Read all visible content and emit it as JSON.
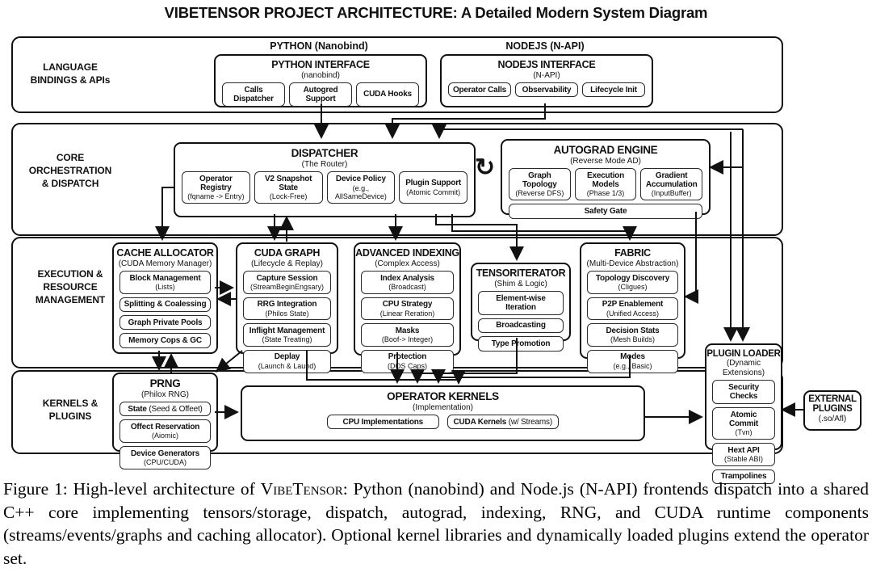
{
  "title": "VIBETENSOR PROJECT ARCHITECTURE: A Detailed Modern System Diagram",
  "icons": {
    "loop": "↻"
  },
  "bands": {
    "language": {
      "label": "LANGUAGE\nBINDINGS & APIs"
    },
    "core": {
      "label": "CORE\nORCHESTRATION\n& DISPATCH"
    },
    "execution": {
      "label": "EXECUTION &\nRESOURCE\nMANAGEMENT"
    },
    "kernels": {
      "label": "KERNELS &\nPLUGINS"
    }
  },
  "groups": {
    "python": {
      "header": "PYTHON (Nanobind)"
    },
    "nodejs": {
      "header": "NODEJS (N-API)"
    }
  },
  "boxes": {
    "python_interface": {
      "title": "PYTHON INTERFACE",
      "sub": "(nanobind)",
      "chips": [
        {
          "t": "Calls Dispatcher"
        },
        {
          "t": "Autogred Support"
        },
        {
          "t": "CUDA Hooks"
        }
      ]
    },
    "nodejs_interface": {
      "title": "NODEJS INTERFACE",
      "sub": "(N-API)",
      "chips": [
        {
          "t": "Operator Calls"
        },
        {
          "t": "Observability"
        },
        {
          "t": "Lifecycle Init"
        }
      ]
    },
    "dispatcher": {
      "title": "DISPATCHER",
      "sub": "(The Router)",
      "chips": [
        {
          "t": "Operator Registry",
          "s": "(fqname -> Entry)"
        },
        {
          "t": "V2 Snapshot State",
          "s": "(Lock-Free)"
        },
        {
          "t": "Device Policy",
          "s": "(e.g., AllSameDevice)"
        },
        {
          "t": "Plugin Support",
          "s": "(Atomic Commit)"
        }
      ]
    },
    "autograd": {
      "title": "AUTOGRAD ENGINE",
      "sub": "(Reverse Mode AD)",
      "chips": [
        {
          "t": "Graph Topology",
          "s": "(Reverse DFS)"
        },
        {
          "t": "Execution Models",
          "s": "(Phase 1/3)"
        },
        {
          "t": "Gradient Accumulation",
          "s": "(InputBuffer)"
        },
        {
          "t": "Safety Gate",
          "wide": true
        }
      ]
    },
    "cache_allocator": {
      "title": "CACHE ALLOCATOR",
      "sub": "(CUDA Memory Manager)",
      "chips": [
        {
          "t": "Block Management",
          "s": "(Lists)"
        },
        {
          "t": "Splitting & Coalessing"
        },
        {
          "t": "Graph Private Pools"
        },
        {
          "t": "Memory Cops & GC"
        }
      ]
    },
    "cuda_graph": {
      "title": "CUDA GRAPH",
      "sub": "(Lifecycle & Replay)",
      "chips": [
        {
          "t": "Capture Session",
          "s": "(StreamBeginEngsary)"
        },
        {
          "t": "RRG Integration",
          "s": "(Philos State)"
        },
        {
          "t": "Inflight Management",
          "s": "(State Treating)"
        },
        {
          "t": "Deplay",
          "s": "(Launch & Laund)"
        }
      ]
    },
    "advanced_indexing": {
      "title": "ADVANCED INDEXING",
      "sub": "(Complex Access)",
      "chips": [
        {
          "t": "Index Analysis",
          "s": "(Broadcast)"
        },
        {
          "t": "CPU Strategy",
          "s": "(Linear Reration)"
        },
        {
          "t": "Masks",
          "s": "(Boof-> Integer)"
        },
        {
          "t": "Protection",
          "s": "(DOS Caps)"
        }
      ]
    },
    "tensoriterator": {
      "title": "TENSORITERATOR",
      "sub": "(Shim & Logic)",
      "chips": [
        {
          "t": "Element-wise Iteration"
        },
        {
          "t": "Broadcasting"
        },
        {
          "t": "Type Promotion"
        }
      ]
    },
    "fabric": {
      "title": "FABRIC",
      "sub": "(Multi-Device Abstraction)",
      "chips": [
        {
          "t": "Topology Discovery",
          "s": "(Cligues)"
        },
        {
          "t": "P2P Enablement",
          "s": "(Unified Access)"
        },
        {
          "t": "Decision Stats",
          "s": "(Mesh Builds)"
        },
        {
          "t": "Modes",
          "s": "(e.g., Basic)"
        }
      ]
    },
    "prng": {
      "title": "PRNG",
      "sub": "(Philox RNG)",
      "chips": [
        {
          "t": "State",
          "s": "(Seed & Offeet)",
          "inline": true
        },
        {
          "t": "Offect Reservation",
          "s": "(Aiomic)"
        },
        {
          "t": "Device Generators",
          "s": "(CPU/CUDA)"
        }
      ]
    },
    "operator_kernels": {
      "title": "OPERATOR KERNELS",
      "sub": "(Implementation)",
      "chips": [
        {
          "t": "CPU Implementations"
        },
        {
          "t": "CUDA Kernels",
          "s": "(w/ Streams)",
          "inline": true
        }
      ]
    },
    "plugin_loader": {
      "title": "PLUGIN LOADER",
      "sub": "(Dynamic Extensions)",
      "chips": [
        {
          "t": "Security Checks"
        },
        {
          "t": "Atomic Commit",
          "s": "(Tvn)"
        },
        {
          "t": "Hext API",
          "s": "(Stable ABI)"
        },
        {
          "t": "Trampolines"
        }
      ]
    },
    "external_plugins": {
      "title": "EXTERNAL\nPLUGINS",
      "sub": "(.so/Afl)"
    }
  },
  "caption": {
    "prefix": "Figure 1: High-level architecture of ",
    "brand": "VibeTensor",
    "rest": ": Python (nanobind) and Node.js (N-API) frontends dispatch into a shared C++ core implementing tensors/storage, dispatch, autograd, indexing, RNG, and CUDA runtime components (streams/events/graphs and caching allocator).  Optional kernel libraries and dynamically loaded plugins extend the operator set."
  }
}
